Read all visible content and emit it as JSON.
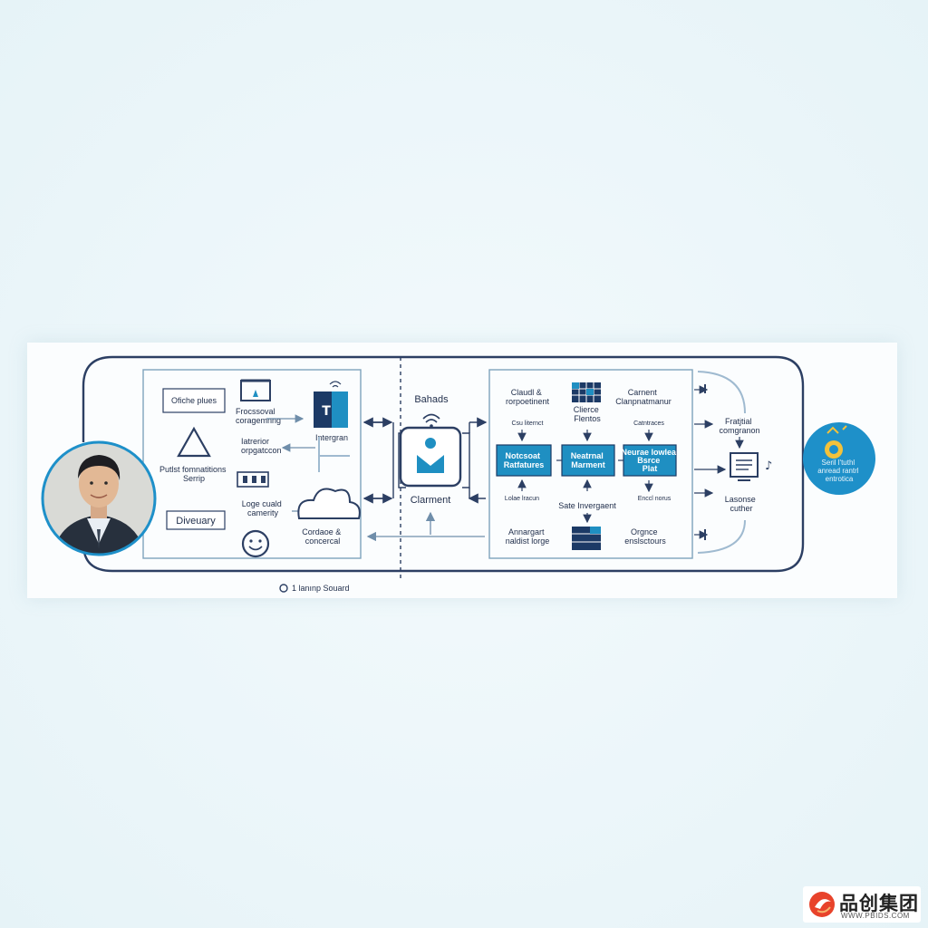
{
  "diagram": {
    "footer": "1 lanınp Souard",
    "left_panel": {
      "label_offline": "Ofiche plues",
      "label_processed": "Frocssoval\ncoragemnng",
      "label_integration": "Intergran",
      "label_interface": "Iatrerior\norpgatccon",
      "label_partial": "Putlst fomnatitions\nSerrip",
      "label_large": "Loge cuald\ncamerity",
      "label_discovery": "Diveuary",
      "label_cloud": "Cordaoe &\nconcercal"
    },
    "center": {
      "label_top": "Bahads",
      "label_bottom": "Clarment"
    },
    "right_panel": {
      "label_cloud": "Claudl &\nrorpoetinent",
      "label_chrome": "Clierce\nFlentos",
      "label_content": "Carnent\nClanpnatmanur",
      "label_small_left": "Csu liternct",
      "label_small_mid": "Catntraces",
      "label_btn1": "Notcsoat\nRatfatures",
      "label_btn2": "Neatrnal\nMarment",
      "label_btn3": "Neurae lowlea\nBsrce\nPlat",
      "label_small_bl": "Lolae lracun",
      "label_management": "Sate Invergaent",
      "label_small_br": "Enccl norus",
      "label_arrangement": "Annargart\nnaldist lorge",
      "label_organize": "Orgnce\nenslsctours"
    },
    "far_right": {
      "label_feature": "Fratjtial\ncomgranon",
      "label_lasonic": "Lasonse\ncuther",
      "badge_text": "Seril l'tuthl\nanread rantrl\nentrotica"
    }
  },
  "watermark": {
    "brand": "品创集团",
    "url": "WWW.PBIDS.COM"
  },
  "colors": {
    "line": "#2c3f63",
    "accent": "#1f8fc2",
    "panel_border": "#7ea3bd",
    "badge": "#1e90c9"
  }
}
